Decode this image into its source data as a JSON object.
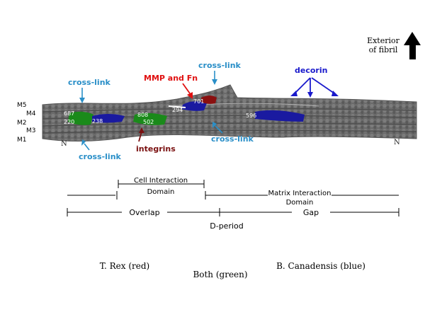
{
  "figure": {
    "exterior_label_line1": "Exterior",
    "exterior_label_line2": "of fibril",
    "strand_labels": [
      "M5",
      "M4",
      "M2",
      "M3",
      "M1"
    ],
    "terminus_left": "N",
    "terminus_right": "N",
    "annotations": {
      "crosslink_top_left": "cross-link",
      "crosslink_top_middle": "cross-link",
      "crosslink_bottom_left": "cross-link",
      "crosslink_bottom_middle": "cross-link",
      "mmp_fn": "MMP and Fn",
      "decorin": "decorin",
      "integrins": "integrins"
    },
    "residues": {
      "r687": "687",
      "r220": "220",
      "r238": "238",
      "r808": "808",
      "r502": "502",
      "r294": "294",
      "r701": "701",
      "r596": "596"
    },
    "domains": {
      "cell_line1": "Cell Interaction",
      "cell_line2": "Domain",
      "matrix_line1": "Matrix Interaction",
      "matrix_line2": "Domain",
      "overlap": "Overlap",
      "gap": "Gap",
      "d_period": "D-period"
    },
    "legend": {
      "trex": "T. Rex (red)",
      "both": "Both (green)",
      "bcanadensis": "B. Canadensis (blue)"
    },
    "colors": {
      "fibril": "#6b6b6b",
      "crosslink": "#2a8fc8",
      "red_annotation": "#e01010",
      "decorin": "#1a1acc",
      "integrins": "#7a1010",
      "green_region": "#1a8a1a",
      "blue_region": "#1a1aa0",
      "red_region": "#8a1010"
    }
  }
}
